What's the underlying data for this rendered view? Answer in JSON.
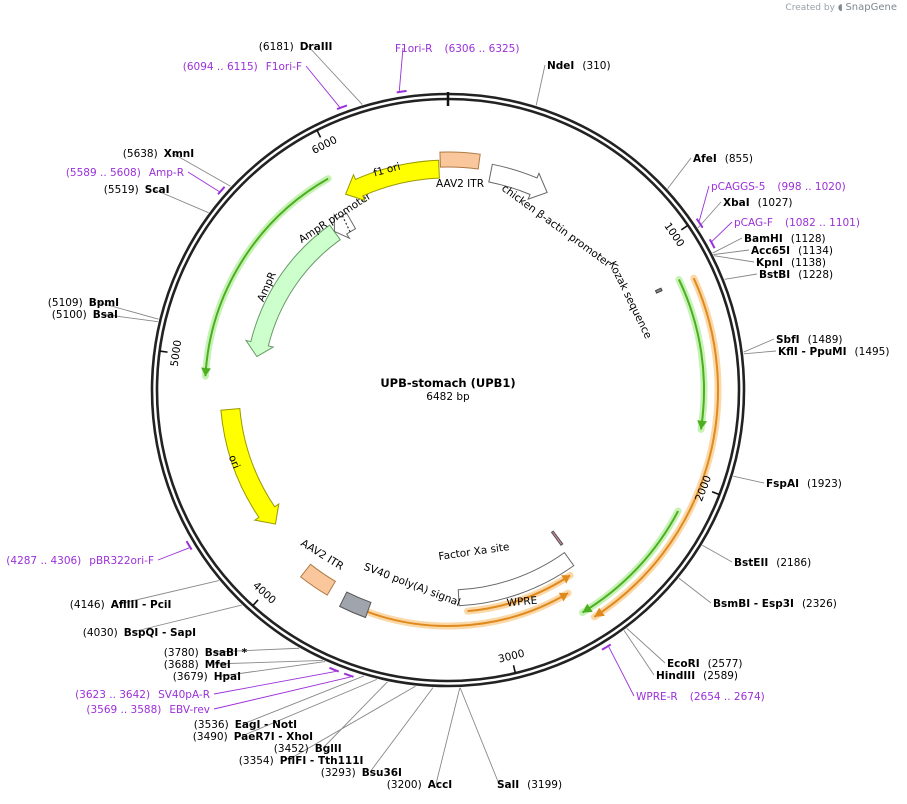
{
  "credit": {
    "prefix": "Created by",
    "brand": "SnapGene"
  },
  "plasmid": {
    "name": "UPB-stomach (UPB1)",
    "length_label": "6482 bp",
    "length": 6482
  },
  "colors": {
    "primer": "#9b30d9",
    "backbone": "#222222",
    "site_line": "#888888"
  },
  "ticks": [
    {
      "pos": 1000,
      "label": "1000"
    },
    {
      "pos": 2000,
      "label": "2000"
    },
    {
      "pos": 3000,
      "label": "3000"
    },
    {
      "pos": 4000,
      "label": "4000"
    },
    {
      "pos": 5000,
      "label": "5000"
    },
    {
      "pos": 6000,
      "label": "6000"
    }
  ],
  "sites": [
    {
      "pos": 310,
      "name": "NdeI",
      "coord": "(310)"
    },
    {
      "pos": 855,
      "name": "AfeI",
      "coord": "(855)"
    },
    {
      "pos": 1027,
      "name": "XbaI",
      "coord": "(1027)"
    },
    {
      "pos": 1128,
      "name": "BamHI",
      "coord": "(1128)"
    },
    {
      "pos": 1134,
      "name": "Acc65I",
      "coord": "(1134)"
    },
    {
      "pos": 1138,
      "name": "KpnI",
      "coord": "(1138)"
    },
    {
      "pos": 1228,
      "name": "BstBI",
      "coord": "(1228)"
    },
    {
      "pos": 1489,
      "name": "SbfI",
      "coord": "(1489)"
    },
    {
      "pos": 1495,
      "name": "KflI - PpuMI",
      "coord": "(1495)"
    },
    {
      "pos": 1923,
      "name": "FspAI",
      "coord": "(1923)"
    },
    {
      "pos": 2186,
      "name": "BstEII",
      "coord": "(2186)"
    },
    {
      "pos": 2326,
      "name": "BsmBI - Esp3I",
      "coord": "(2326)"
    },
    {
      "pos": 2577,
      "name": "EcoRI",
      "coord": "(2577)"
    },
    {
      "pos": 2589,
      "name": "HindIII",
      "coord": "(2589)"
    },
    {
      "pos": 3199,
      "name": "SalI",
      "coord": "(3199)"
    },
    {
      "pos": 3200,
      "name": "AccI",
      "coord": "(3200)"
    },
    {
      "pos": 3293,
      "name": "Bsu36I",
      "coord": "(3293)"
    },
    {
      "pos": 3354,
      "name": "PflFI - Tth111I",
      "coord": "(3354)"
    },
    {
      "pos": 3452,
      "name": "BglII",
      "coord": "(3452)"
    },
    {
      "pos": 3490,
      "name": "PaeR7I - XhoI",
      "coord": "(3490)"
    },
    {
      "pos": 3536,
      "name": "EagI - NotI",
      "coord": "(3536)"
    },
    {
      "pos": 3679,
      "name": "HpaI",
      "coord": "(3679)"
    },
    {
      "pos": 3688,
      "name": "MfeI",
      "coord": "(3688)"
    },
    {
      "pos": 3780,
      "name": "BsaBI *",
      "coord": "(3780)"
    },
    {
      "pos": 4030,
      "name": "BspQI - SapI",
      "coord": "(4030)"
    },
    {
      "pos": 4146,
      "name": "AflIII - PciI",
      "coord": "(4146)"
    },
    {
      "pos": 5100,
      "name": "BsaI",
      "coord": "(5100)"
    },
    {
      "pos": 5109,
      "name": "BpmI",
      "coord": "(5109)"
    },
    {
      "pos": 5519,
      "name": "ScaI",
      "coord": "(5519)"
    },
    {
      "pos": 5638,
      "name": "XmnI",
      "coord": "(5638)"
    },
    {
      "pos": 6181,
      "name": "DraIII",
      "coord": "(6181)"
    }
  ],
  "primers": [
    {
      "start": 998,
      "end": 1020,
      "name": "pCAGGS-5",
      "range": "(998 .. 1020)"
    },
    {
      "start": 1082,
      "end": 1101,
      "name": "pCAG-F",
      "range": "(1082 .. 1101)"
    },
    {
      "start": 2654,
      "end": 2674,
      "name": "WPRE-R",
      "range": "(2654 .. 2674)"
    },
    {
      "start": 3569,
      "end": 3588,
      "name": "EBV-rev",
      "range": "(3569 .. 3588)"
    },
    {
      "start": 3623,
      "end": 3642,
      "name": "SV40pA-R",
      "range": "(3623 .. 3642)"
    },
    {
      "start": 4287,
      "end": 4306,
      "name": "pBR322ori-F",
      "range": "(4287 .. 4306)"
    },
    {
      "start": 5589,
      "end": 5608,
      "name": "Amp-R",
      "range": "(5589 .. 5608)"
    },
    {
      "start": 6094,
      "end": 6115,
      "name": "F1ori-F",
      "range": "(6094 .. 6115)"
    },
    {
      "start": 6306,
      "end": 6325,
      "name": "F1ori-R",
      "range": "(6306 .. 6325)"
    }
  ],
  "features": [
    {
      "name": "AAV2 ITR",
      "label": "AAV2 ITR",
      "start": 6447,
      "end": 140,
      "kind": "box",
      "fill": "#f9c79b",
      "stroke": "#b07a45"
    },
    {
      "name": "chicken beta-actin promoter",
      "label": "chicken β-actin promoter",
      "start": 200,
      "end": 480,
      "kind": "arrow",
      "dir": "cw",
      "fill": "#ffffff",
      "stroke": "#666666"
    },
    {
      "name": "Kozak sequence",
      "label": "Kozak sequence",
      "start": 1160,
      "end": 1172,
      "kind": "box",
      "fill": "#888888",
      "stroke": "#444444"
    },
    {
      "name": "WPRE",
      "label": "WPRE",
      "start": 2600,
      "end": 3188,
      "kind": "box",
      "fill": "#ffffff",
      "stroke": "#666666"
    },
    {
      "name": "Factor Xa site",
      "label": "Factor Xa site",
      "start": 2580,
      "end": 2592,
      "kind": "box",
      "fill": "#cc8899",
      "stroke": "#555555"
    },
    {
      "name": "SV40 poly(A) signal",
      "label": "SV40 poly(A) signal",
      "start": 3600,
      "end": 3720,
      "kind": "box",
      "fill": "#a0a5ad",
      "stroke": "#555555"
    },
    {
      "name": "AAV2 ITR 2",
      "label": "AAV2 ITR",
      "start": 3790,
      "end": 3930,
      "kind": "box",
      "fill": "#f9c79b",
      "stroke": "#b07a45"
    },
    {
      "name": "ori",
      "label": "ori",
      "start": 4180,
      "end": 4770,
      "kind": "arrow",
      "dir": "ccw",
      "fill": "#ffff00",
      "stroke": "#999900"
    },
    {
      "name": "AmpR",
      "label": "AmpR",
      "start": 5040,
      "end": 5840,
      "kind": "arrow",
      "dir": "ccw",
      "fill": "#ccffcc",
      "stroke": "#669966"
    },
    {
      "name": "AmpR promoter",
      "label": "AmpR promoter",
      "start": 5841,
      "end": 5945,
      "kind": "arrow",
      "dir": "ccw",
      "fill": "#ffffff",
      "stroke": "#666666"
    },
    {
      "name": "f1 ori",
      "label": "f1 ori",
      "start": 5985,
      "end": 6440,
      "kind": "arrow",
      "dir": "ccw",
      "fill": "#ffff00",
      "stroke": "#999900"
    }
  ],
  "orfs": [
    {
      "start": 1160,
      "end": 1780,
      "dir": "cw",
      "color": "#4caf1f",
      "glow": "#c6f3b5"
    },
    {
      "start": 1180,
      "end": 2650,
      "dir": "cw",
      "color": "#e08a1e",
      "glow": "#fbd8a8"
    },
    {
      "start": 2120,
      "end": 2680,
      "dir": "cw",
      "color": "#4caf1f",
      "glow": "#c6f3b5"
    },
    {
      "start": 2640,
      "end": 3150,
      "dir": "ccw",
      "color": "#e08a1e",
      "glow": "#fbd8a8"
    },
    {
      "start": 2690,
      "end": 3700,
      "dir": "ccw",
      "color": "#e08a1e",
      "glow": "#fbd8a8"
    },
    {
      "start": 4920,
      "end": 5950,
      "dir": "ccw",
      "color": "#4caf1f",
      "glow": "#c6f3b5"
    }
  ]
}
